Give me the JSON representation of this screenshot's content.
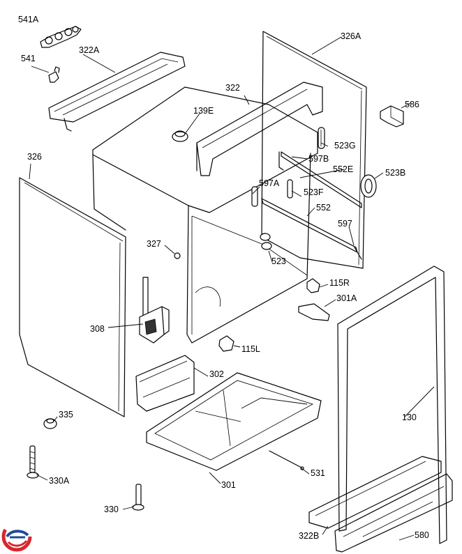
{
  "labels": {
    "l541A": "541A",
    "l541": "541",
    "l322A": "322A",
    "l326A": "326A",
    "l322": "322",
    "l586": "586",
    "l139E": "139E",
    "l523G": "523G",
    "l326": "326",
    "l597B": "597B",
    "l552E": "552E",
    "l523B": "523B",
    "l597A": "597A",
    "l523F": "523F",
    "l552": "552",
    "l597": "597",
    "l327": "327",
    "l523": "523",
    "l115R": "115R",
    "l301A": "301A",
    "l308": "308",
    "l115L": "115L",
    "l302": "302",
    "l130": "130",
    "l335": "335",
    "l531": "531",
    "l330A": "330A",
    "l301": "301",
    "l330": "330",
    "l322B": "322B",
    "l580": "580"
  },
  "logo": {
    "name": "brand-logo",
    "colors": [
      "#d8262f",
      "#1f4a9c"
    ]
  }
}
